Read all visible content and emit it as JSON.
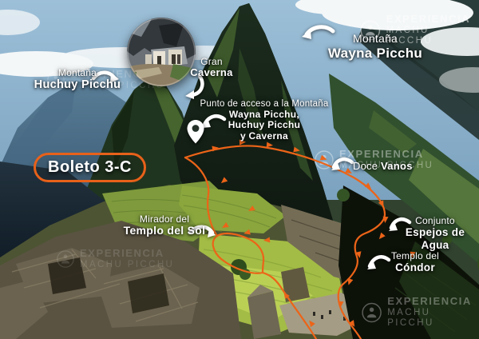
{
  "title": "Experiencia Machu Picchu — mapa del circuito Boleto 3-C",
  "colors": {
    "route_orange": "#ec6418",
    "badge_orange": "#e8611a",
    "label_white": "#ffffff"
  },
  "badge": {
    "label": "Boleto 3-C"
  },
  "labels": {
    "huchuy_picchu": {
      "line1": "Montaña",
      "line2": "Huchuy Picchu"
    },
    "wayna_picchu": {
      "line1": "Montaña",
      "line2": "Wayna Picchu"
    },
    "gran_caverna": {
      "line1": "Gran",
      "line2": "Caverna"
    },
    "acceso": {
      "line1": "Punto de acceso a la Montaña",
      "line2": "Wayna Picchu,",
      "line3": "Huchuy Picchu",
      "line4": "y Caverna"
    },
    "doce_vanos": {
      "word1": "Doce",
      "word2": "Vanos"
    },
    "mirador_templo_sol": {
      "line1": "Mirador del",
      "line2": "Templo del Sol"
    },
    "espejos_agua": {
      "line1": "Conjunto",
      "line2": "Espejos de Agua"
    },
    "templo_condor": {
      "line1": "Templo del",
      "line2": "Cóndor"
    }
  },
  "watermark": {
    "line1": "EXPERIENCIA",
    "line2": "MACHU PICCHU"
  },
  "icons": {
    "map_pin": "map-pin-icon",
    "curved_arrow": "curved-arrow-icon",
    "logo": "experiencia-logo-icon"
  }
}
